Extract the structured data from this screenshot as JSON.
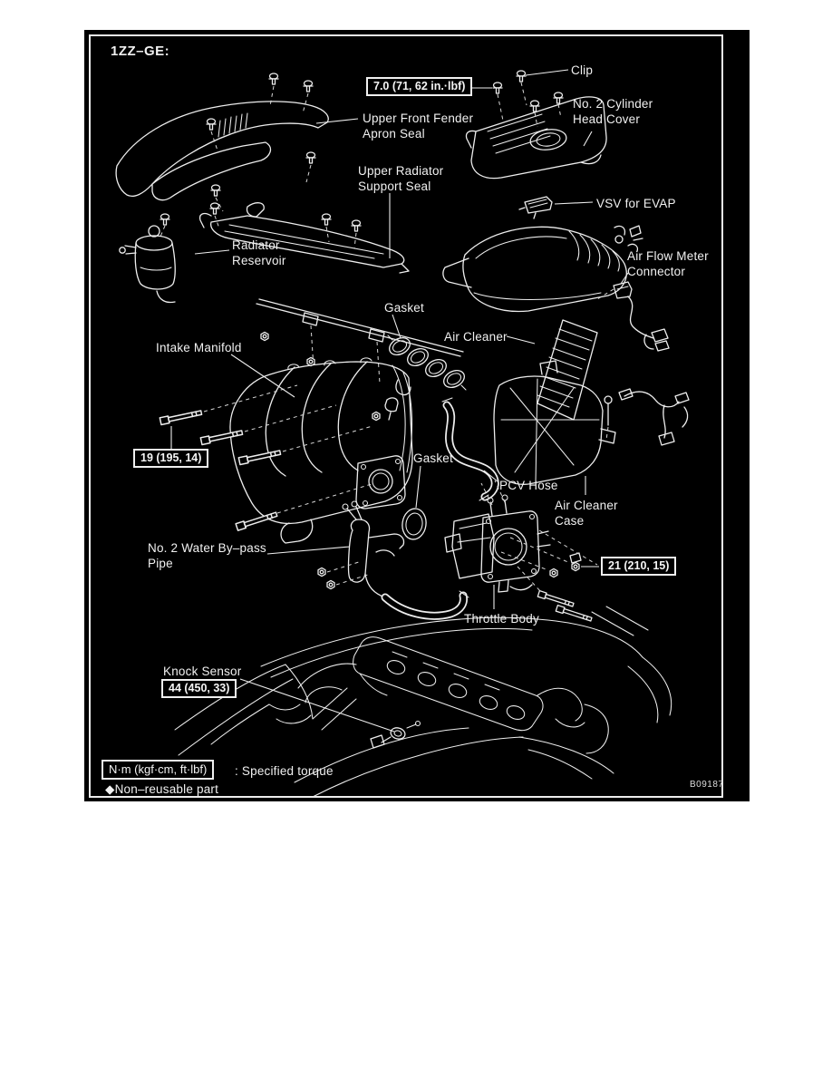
{
  "diagram": {
    "engine_code": "1ZZ–GE:",
    "figure_code": "B09187",
    "labels": {
      "clip": "Clip",
      "no2_cylinder_head_cover": "No. 2 Cylinder\nHead Cover",
      "upper_front_fender_apron_seal": "Upper Front Fender\nApron Seal",
      "upper_radiator_support_seal": "Upper Radiator\nSupport Seal",
      "vsv_for_evap": "VSV for EVAP",
      "radiator_reservoir": "Radiator\nReservoir",
      "air_flow_meter_connector": "Air Flow Meter\nConnector",
      "gasket_intake": "Gasket",
      "air_cleaner": "Air Cleaner",
      "intake_manifold": "Intake Manifold",
      "gasket_throttle": "Gasket",
      "pcv_hose": "PCV Hose",
      "air_cleaner_case": "Air Cleaner\nCase",
      "no2_water_bypass_pipe": "No. 2 Water By–pass\nPipe",
      "throttle_body": "Throttle Body",
      "knock_sensor": "Knock Sensor"
    },
    "torque_specs": {
      "cylinder_head_cover": "7.0 (71, 62 in.·lbf)",
      "intake_manifold": "19 (195, 14)",
      "throttle_body": "21 (210, 15)",
      "knock_sensor": "44 (450, 33)"
    },
    "legend": {
      "torque_format": "N·m (kgf·cm, ft·lbf)",
      "torque_meaning": ": Specified torque",
      "non_reusable": "◆Non–reusable part"
    },
    "colors": {
      "page": "#ffffff",
      "panel": "#000000",
      "line": "#ededed"
    }
  }
}
